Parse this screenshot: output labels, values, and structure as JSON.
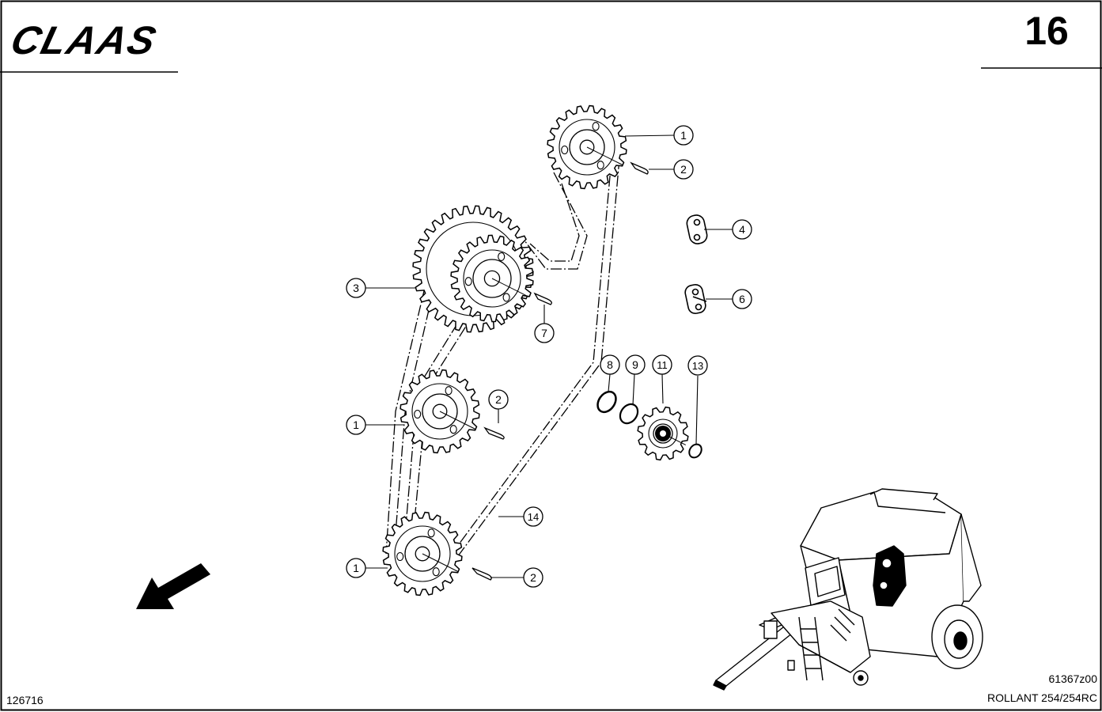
{
  "header": {
    "brand": "CLAAS",
    "page_number": "16"
  },
  "footer": {
    "drawing_number": "126716",
    "reference_code": "61367z00",
    "model": "ROLLANT 254/254RC"
  },
  "callouts": [
    {
      "id": "c1a",
      "label": "1"
    },
    {
      "id": "c2a",
      "label": "2"
    },
    {
      "id": "c4",
      "label": "4"
    },
    {
      "id": "c6",
      "label": "6"
    },
    {
      "id": "c3",
      "label": "3"
    },
    {
      "id": "c7",
      "label": "7"
    },
    {
      "id": "c8",
      "label": "8"
    },
    {
      "id": "c9",
      "label": "9"
    },
    {
      "id": "c11",
      "label": "11"
    },
    {
      "id": "c13",
      "label": "13"
    },
    {
      "id": "c2b",
      "label": "2"
    },
    {
      "id": "c1b",
      "label": "1"
    },
    {
      "id": "c14",
      "label": "14"
    },
    {
      "id": "c1c",
      "label": "1"
    },
    {
      "id": "c2c",
      "label": "2"
    }
  ],
  "colors": {
    "ink": "#000000",
    "paper": "#ffffff"
  },
  "icons": [
    "direction-arrow-icon",
    "baler-machine-icon",
    "brand-logo"
  ]
}
